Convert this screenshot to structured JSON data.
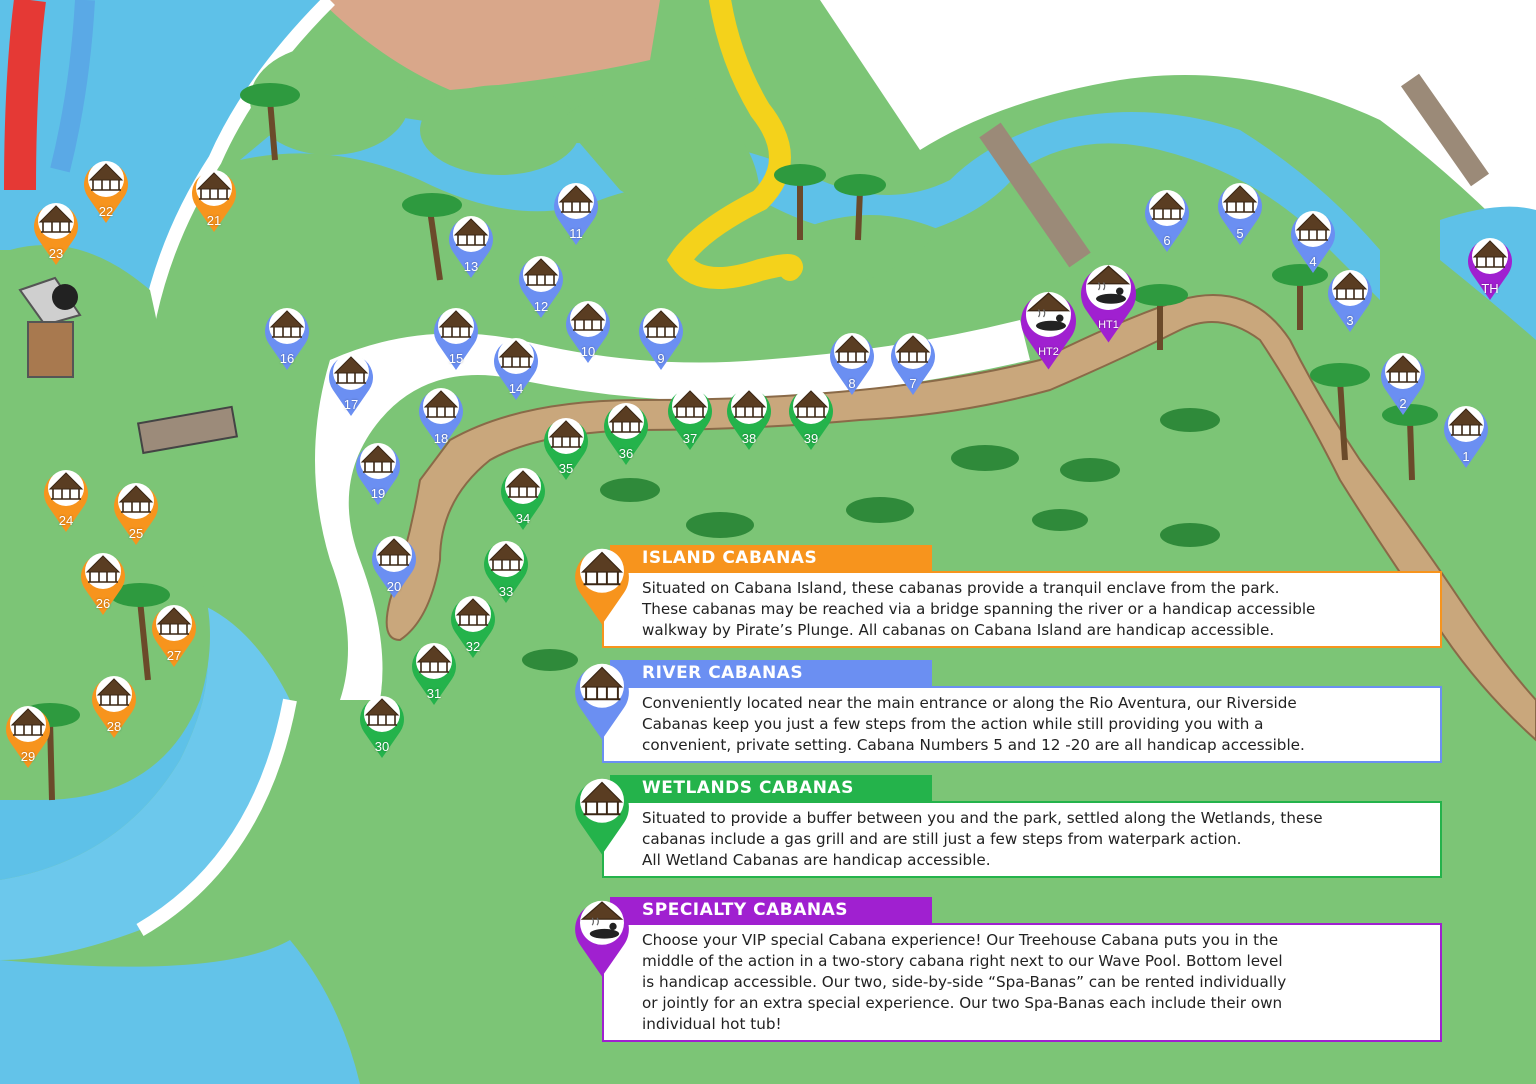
{
  "colors": {
    "island": "#f7941d",
    "river": "#6b8ff2",
    "wetlands": "#24b34b",
    "specialty": "#a020d0",
    "grass": "#7cc576",
    "water": "#5ec1e8",
    "path": "#c9a77c"
  },
  "pins": [
    {
      "label": "1",
      "type": "river"
    },
    {
      "label": "2",
      "type": "river"
    },
    {
      "label": "3",
      "type": "river"
    },
    {
      "label": "4",
      "type": "river"
    },
    {
      "label": "5",
      "type": "river"
    },
    {
      "label": "6",
      "type": "river"
    },
    {
      "label": "7",
      "type": "river"
    },
    {
      "label": "8",
      "type": "river"
    },
    {
      "label": "9",
      "type": "river"
    },
    {
      "label": "10",
      "type": "river"
    },
    {
      "label": "11",
      "type": "river"
    },
    {
      "label": "12",
      "type": "river"
    },
    {
      "label": "13",
      "type": "river"
    },
    {
      "label": "14",
      "type": "river"
    },
    {
      "label": "15",
      "type": "river"
    },
    {
      "label": "16",
      "type": "river"
    },
    {
      "label": "17",
      "type": "river"
    },
    {
      "label": "18",
      "type": "river"
    },
    {
      "label": "19",
      "type": "river"
    },
    {
      "label": "20",
      "type": "river"
    },
    {
      "label": "21",
      "type": "island"
    },
    {
      "label": "22",
      "type": "island"
    },
    {
      "label": "23",
      "type": "island"
    },
    {
      "label": "24",
      "type": "island"
    },
    {
      "label": "25",
      "type": "island"
    },
    {
      "label": "26",
      "type": "island"
    },
    {
      "label": "27",
      "type": "island"
    },
    {
      "label": "28",
      "type": "island"
    },
    {
      "label": "29",
      "type": "island"
    },
    {
      "label": "30",
      "type": "wetlands"
    },
    {
      "label": "31",
      "type": "wetlands"
    },
    {
      "label": "32",
      "type": "wetlands"
    },
    {
      "label": "33",
      "type": "wetlands"
    },
    {
      "label": "34",
      "type": "wetlands"
    },
    {
      "label": "35",
      "type": "wetlands"
    },
    {
      "label": "36",
      "type": "wetlands"
    },
    {
      "label": "37",
      "type": "wetlands"
    },
    {
      "label": "38",
      "type": "wetlands"
    },
    {
      "label": "39",
      "type": "wetlands"
    },
    {
      "label": "HT1",
      "type": "specialty"
    },
    {
      "label": "HT2",
      "type": "specialty"
    },
    {
      "label": "TH",
      "type": "specialty"
    }
  ],
  "legend": [
    {
      "type": "island",
      "title": "ISLAND CABANAS",
      "lines": [
        "Situated on Cabana Island, these cabanas provide a tranquil enclave from the park.",
        "These cabanas may be reached via a bridge spanning the river or a handicap accessible",
        "walkway by Pirate’s Plunge. All cabanas on Cabana Island are handicap accessible."
      ]
    },
    {
      "type": "river",
      "title": "RIVER CABANAS",
      "lines": [
        "Conveniently located near the main entrance or along the Rio Aventura, our Riverside",
        "Cabanas keep you just a few steps from the action while still providing you with a",
        "convenient, private setting. Cabana Numbers 5 and 12 -20 are all handicap accessible."
      ]
    },
    {
      "type": "wetlands",
      "title": "WETLANDS CABANAS",
      "lines": [
        "Situated to provide a buffer between you and the park, settled along the Wetlands, these",
        "cabanas include a gas grill and are still just a few steps from waterpark action.",
        "All Wetland Cabanas are handicap accessible."
      ]
    },
    {
      "type": "specialty",
      "title": "SPECIALTY CABANAS",
      "lines": [
        "Choose your VIP special Cabana experience!  Our Treehouse Cabana puts you in the",
        "middle of the action in a two-story cabana right next to our Wave Pool.  Bottom level",
        "is handicap accessible.  Our two, side-by-side “Spa-Banas” can be rented individually",
        "or jointly for an extra special experience. Our two Spa-Banas each include their own",
        "individual hot tub!"
      ]
    }
  ]
}
